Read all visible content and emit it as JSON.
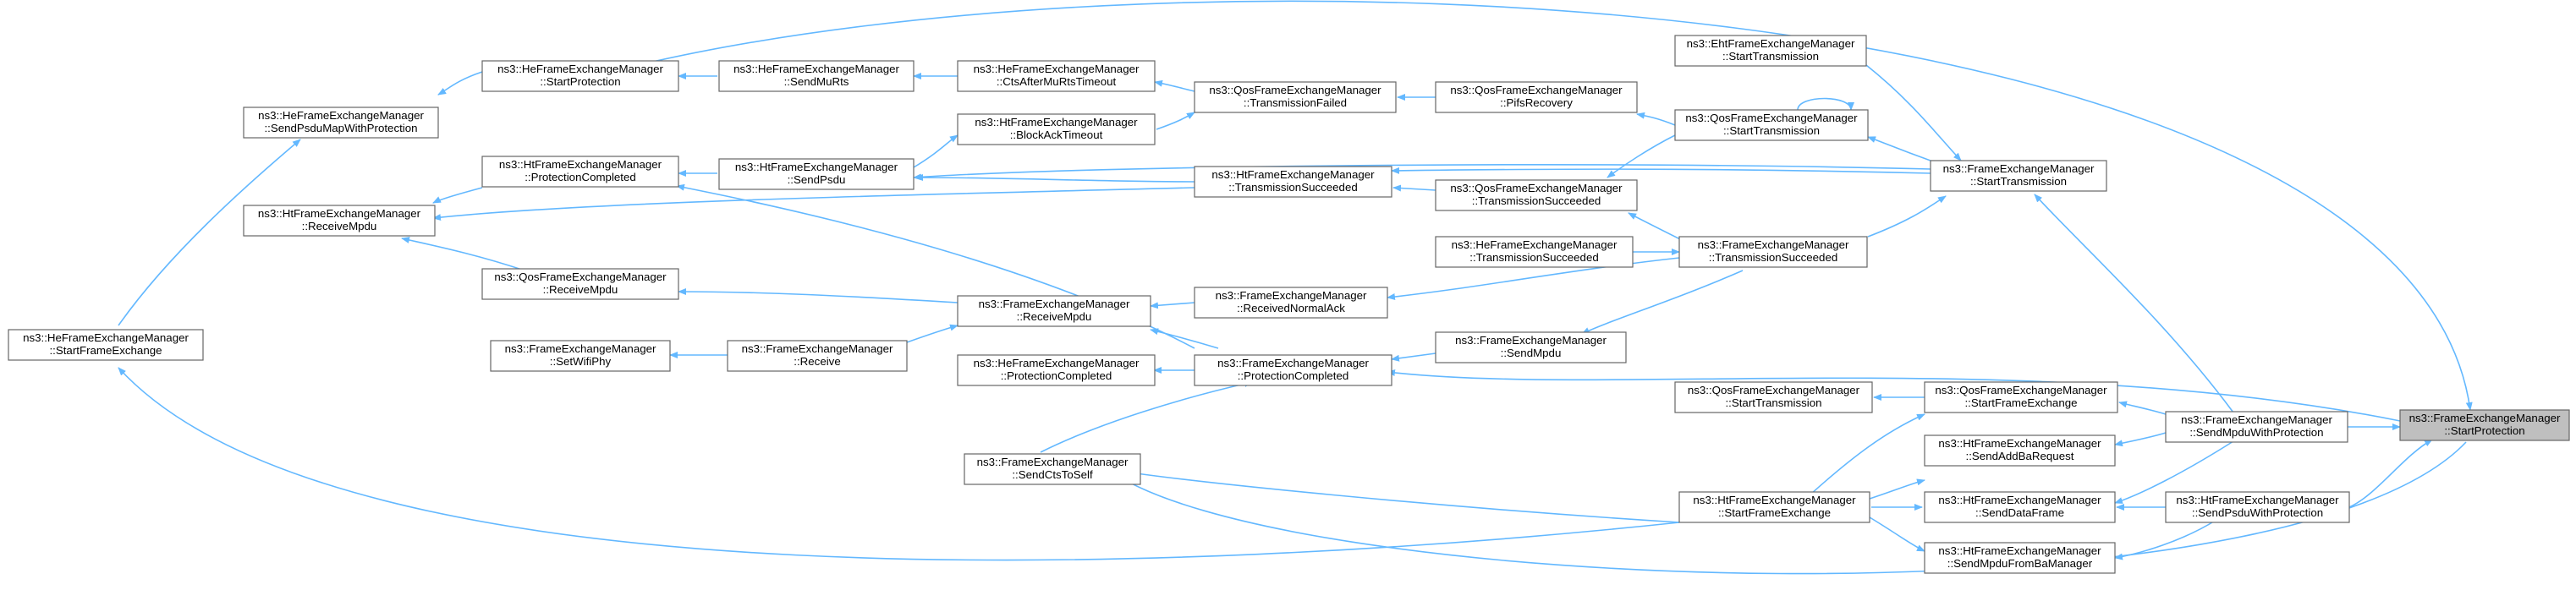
{
  "graph": {
    "colors": {
      "edge": "#63b8ff",
      "node_border": "#666666",
      "root_fill": "#bfbfbf",
      "node_fill": "#ffffff"
    },
    "nodes": {
      "root": [
        "ns3::FrameExchangeManager",
        "::StartProtection"
      ],
      "heStartProt": [
        "ns3::HeFrameExchangeManager",
        "::StartProtection"
      ],
      "heSendMuRts": [
        "ns3::HeFrameExchangeManager",
        "::SendMuRts"
      ],
      "heCtsAfter": [
        "ns3::HeFrameExchangeManager",
        "::CtsAfterMuRtsTimeout"
      ],
      "qosTxFailed": [
        "ns3::QosFrameExchangeManager",
        "::TransmissionFailed"
      ],
      "qosPifs": [
        "ns3::QosFrameExchangeManager",
        "::PifsRecovery"
      ],
      "ehtStartTx": [
        "ns3::EhtFrameExchangeManager",
        "::StartTransmission"
      ],
      "heSendPsduMap": [
        "ns3::HeFrameExchangeManager",
        "::SendPsduMapWithProtection"
      ],
      "htBlockAck": [
        "ns3::HtFrameExchangeManager",
        "::BlockAckTimeout"
      ],
      "qosStartTx": [
        "ns3::QosFrameExchangeManager",
        "::StartTransmission"
      ],
      "htProtCompleted": [
        "ns3::HtFrameExchangeManager",
        "::ProtectionCompleted"
      ],
      "htSendPsdu": [
        "ns3::HtFrameExchangeManager",
        "::SendPsdu"
      ],
      "htTxSucceeded": [
        "ns3::HtFrameExchangeManager",
        "::TransmissionSucceeded"
      ],
      "femStartTx": [
        "ns3::FrameExchangeManager",
        "::StartTransmission"
      ],
      "htReceiveMpdu": [
        "ns3::HtFrameExchangeManager",
        "::ReceiveMpdu"
      ],
      "qosTxSucceeded": [
        "ns3::QosFrameExchangeManager",
        "::TransmissionSucceeded"
      ],
      "heTxSucceeded": [
        "ns3::HeFrameExchangeManager",
        "::TransmissionSucceeded"
      ],
      "femTxSucceeded": [
        "ns3::FrameExchangeManager",
        "::TransmissionSucceeded"
      ],
      "qosReceiveMpdu": [
        "ns3::QosFrameExchangeManager",
        "::ReceiveMpdu"
      ],
      "femReceiveMpdu": [
        "ns3::FrameExchangeManager",
        "::ReceiveMpdu"
      ],
      "femReceivedNormalAck": [
        "ns3::FrameExchangeManager",
        "::ReceivedNormalAck"
      ],
      "heStartFrameExchange": [
        "ns3::HeFrameExchangeManager",
        "::StartFrameExchange"
      ],
      "femSetWifiPhy": [
        "ns3::FrameExchangeManager",
        "::SetWifiPhy"
      ],
      "femReceive": [
        "ns3::FrameExchangeManager",
        "::Receive"
      ],
      "femSendMpdu": [
        "ns3::FrameExchangeManager",
        "::SendMpdu"
      ],
      "heProtCompleted": [
        "ns3::HeFrameExchangeManager",
        "::ProtectionCompleted"
      ],
      "femProtCompleted": [
        "ns3::FrameExchangeManager",
        "::ProtectionCompleted"
      ],
      "qosStartTx2": [
        "ns3::QosFrameExchangeManager",
        "::StartTransmission"
      ],
      "qosStartFrameExchange": [
        "ns3::QosFrameExchangeManager",
        "::StartFrameExchange"
      ],
      "femSendMpduWithProt": [
        "ns3::FrameExchangeManager",
        "::SendMpduWithProtection"
      ],
      "htSendAddBa": [
        "ns3::HtFrameExchangeManager",
        "::SendAddBaRequest"
      ],
      "femSendCtsToSelf": [
        "ns3::FrameExchangeManager",
        "::SendCtsToSelf"
      ],
      "htStartFrameExchange": [
        "ns3::HtFrameExchangeManager",
        "::StartFrameExchange"
      ],
      "htSendDataFrame": [
        "ns3::HtFrameExchangeManager",
        "::SendDataFrame"
      ],
      "htSendPsduWithProt": [
        "ns3::HtFrameExchangeManager",
        "::SendPsduWithProtection"
      ],
      "htSendMpduFromBa": [
        "ns3::HtFrameExchangeManager",
        "::SendMpduFromBaManager"
      ]
    }
  }
}
